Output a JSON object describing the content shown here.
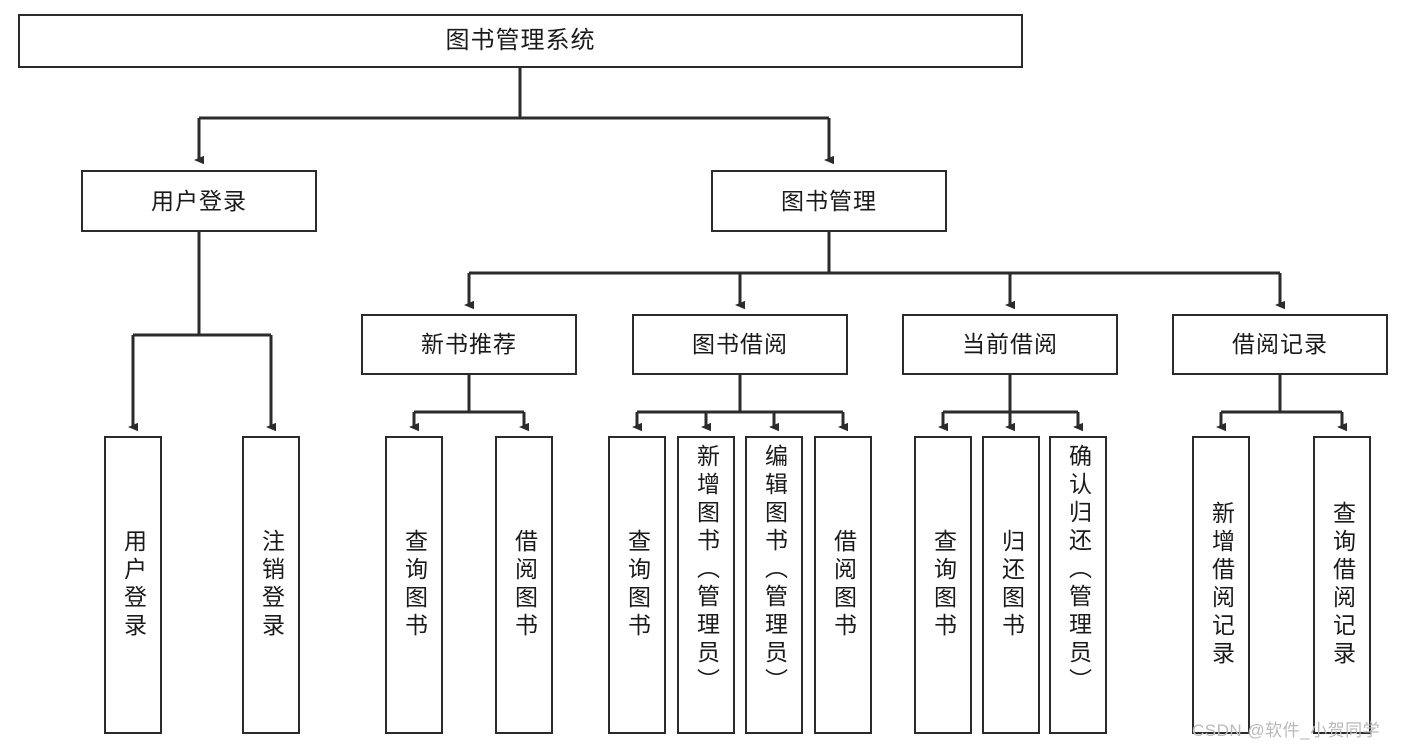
{
  "diagram": {
    "title": "图书管理系统",
    "type": "tree",
    "orientation": "top-down",
    "colors": {
      "stroke": "#2b2b2b",
      "fill": "#ffffff",
      "text": "#1a1a1a",
      "watermark": "#b9b9b9"
    }
  },
  "watermark": {
    "text": "CSDN @软件_小贺同学"
  },
  "nodes": {
    "root": {
      "label": "图书管理系统"
    },
    "level2": [
      {
        "id": "user-login",
        "label": "用户登录"
      },
      {
        "id": "book-manage",
        "label": "图书管理"
      }
    ],
    "level3": [
      {
        "id": "new-book-recommend",
        "label": "新书推荐"
      },
      {
        "id": "book-borrow",
        "label": "图书借阅"
      },
      {
        "id": "current-borrow",
        "label": "当前借阅"
      },
      {
        "id": "borrow-record",
        "label": "借阅记录"
      }
    ],
    "leaves": [
      {
        "id": "leaf-user-login",
        "label": "用户登录",
        "parent": "user-login"
      },
      {
        "id": "leaf-user-logout",
        "label": "注销登录",
        "parent": "user-login"
      },
      {
        "id": "leaf-query-book-1",
        "label": "查询图书",
        "parent": "new-book-recommend"
      },
      {
        "id": "leaf-borrow-book-1",
        "label": "借阅图书",
        "parent": "new-book-recommend"
      },
      {
        "id": "leaf-query-book-2",
        "label": "查询图书",
        "parent": "book-borrow"
      },
      {
        "id": "leaf-add-book",
        "label": "新增图书（管理员）",
        "parent": "book-borrow"
      },
      {
        "id": "leaf-edit-book",
        "label": "编辑图书（管理员）",
        "parent": "book-borrow"
      },
      {
        "id": "leaf-borrow-book-2",
        "label": "借阅图书",
        "parent": "book-borrow"
      },
      {
        "id": "leaf-query-book-3",
        "label": "查询图书",
        "parent": "current-borrow"
      },
      {
        "id": "leaf-return-book",
        "label": "归还图书",
        "parent": "current-borrow"
      },
      {
        "id": "leaf-confirm-return",
        "label": "确认归还（管理员）",
        "parent": "current-borrow"
      },
      {
        "id": "leaf-add-record",
        "label": "新增借阅记录",
        "parent": "borrow-record"
      },
      {
        "id": "leaf-query-record",
        "label": "查询借阅记录",
        "parent": "borrow-record"
      }
    ]
  }
}
